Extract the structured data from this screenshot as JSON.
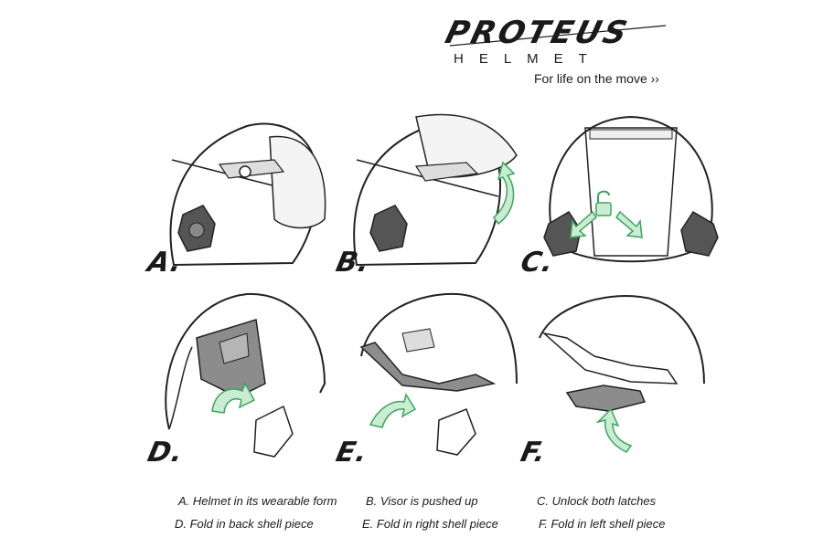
{
  "brand": {
    "name": "PROTEUS",
    "subtitle": "HELMET",
    "tagline": "For life on the move ››"
  },
  "colors": {
    "arrow_fill": "#c9ecd3",
    "arrow_stroke": "#3aa65c",
    "shell_stroke": "#222222",
    "piece_fill": "#8c8c8c"
  },
  "panels": [
    {
      "letter": "A.",
      "icon": "helmet-side-view"
    },
    {
      "letter": "B.",
      "icon": "helmet-visor-up"
    },
    {
      "letter": "C.",
      "icon": "helmet-back-unlock",
      "extra_icon": "unlocked-padlock-icon"
    },
    {
      "letter": "D.",
      "icon": "helmet-fold-back"
    },
    {
      "letter": "E.",
      "icon": "helmet-fold-right"
    },
    {
      "letter": "F.",
      "icon": "helmet-fold-left"
    }
  ],
  "captions": {
    "a": "A. Helmet in its wearable form",
    "b": "B. Visor is pushed up",
    "c": "C. Unlock both latches",
    "d": "D. Fold in back shell piece",
    "e": "E. Fold in right shell piece",
    "f": "F. Fold in left shell piece"
  }
}
